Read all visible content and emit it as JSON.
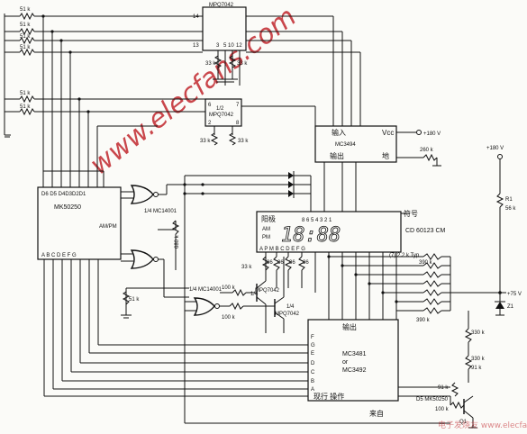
{
  "watermark": {
    "url_text": "www.elecfans.com",
    "corner_text": "电子发烧友 www.elecfans.com",
    "color": "#c1272d"
  },
  "resistors": {
    "r51": "51 k",
    "r33": "33 k",
    "r260": "260 k",
    "r680": "680 k",
    "r100": "100 k",
    "r390": "390 k",
    "r330": "330 k",
    "r91": "91 k",
    "r_top": "R1",
    "r56": "56 k",
    "r22": "(7) 2.2 k Typ"
  },
  "ics": {
    "mpq_top": {
      "name": "MPQ7042",
      "pins": [
        "14",
        "13",
        "3",
        "5",
        "10",
        "12"
      ]
    },
    "mpq_mid": {
      "name": "1/2\nMPQ7042",
      "half": "1/2",
      "part": "MPQ7042",
      "pins": [
        "6",
        "2",
        "7",
        "8"
      ]
    },
    "mk50250": {
      "name": "MK50250",
      "pins_top": "D6 D5 D4D3D2D1",
      "ampm": "AM/PM",
      "pins_bottom": "A B C D E F G"
    },
    "mc14001_a": "1/4 MC14001",
    "mc14001_b": "1/4 MC14001",
    "mpq_q1": {
      "frac": "1/4",
      "name": "MPQ7042"
    },
    "mpq_q2": {
      "frac": "1/4",
      "name": "MPQ7042"
    },
    "mc3494": {
      "input": "输入",
      "vcc": "Vcc",
      "name": "MC3494",
      "output": "输出",
      "ground": "地"
    },
    "display": {
      "anode": "阳极",
      "pins_top": "8 6 5 4 3 2 1",
      "code": "CD 60123 CM",
      "am": "AM",
      "pm": "PM",
      "pins_bottom": "A P M B C D E F G",
      "reading": "18:88",
      "symbol": "符号"
    },
    "mc3481": {
      "output": "输出",
      "name1": "MC3481",
      "or": "or",
      "name2": "MC3492",
      "pins": "F G E D C B A",
      "enable": "现行 操作",
      "from": "来自",
      "source": "D5 MK50250"
    }
  },
  "supply": {
    "v180_top": "+180 V",
    "v180_right": "+180 V",
    "v75": "+75 V",
    "z1": "Z1",
    "q1": "Q1"
  },
  "misc": {
    "res36": "36",
    "res_33k_b": "33 k",
    "res_36_row": [
      "36",
      "36",
      "36",
      "36"
    ]
  }
}
